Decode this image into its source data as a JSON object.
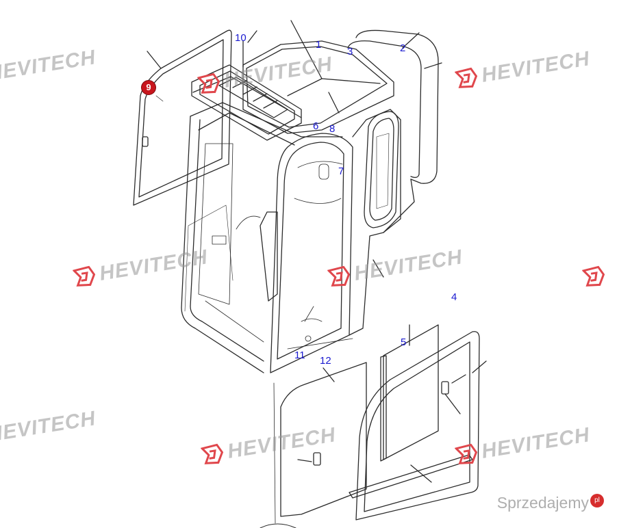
{
  "watermark": {
    "text": "HEVITECH",
    "color": "#969696",
    "logo_color": "#e0474c"
  },
  "footer": {
    "brand": "Sprzedajemy",
    "badge": "pl"
  },
  "callouts": {
    "c1": "1",
    "c2": "2",
    "c3": "3",
    "c4": "4",
    "c5": "5",
    "c6": "6",
    "c7": "7",
    "c8": "8",
    "c9": "9",
    "c10": "10",
    "c11": "11",
    "c12": "12"
  },
  "colors": {
    "line": "#2a2a2a",
    "callout": "#1a1ad0",
    "badge": "#c8161d"
  }
}
